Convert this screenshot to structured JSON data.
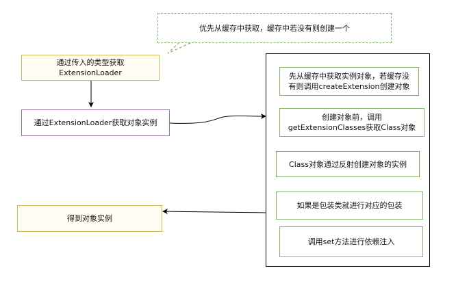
{
  "callout": {
    "text": "优先从缓存中获取，缓存中若没有则创建一个"
  },
  "steps": {
    "get_loader": "通过传入的类型获取\nExtensionLoader",
    "get_instance": "通过ExtensionLoader获取对象实例",
    "result": "得到对象实例"
  },
  "details": [
    {
      "text": "先从缓存中获取实例对象，若缓存没\n有则调用createExtension创建对象"
    },
    {
      "text": "创建对象前，调用\ngetExtensionClasses获取Class对象"
    },
    {
      "text": "Class对象通过反射创建对象的实例"
    },
    {
      "text": "如果是包装类就进行对应的包装"
    },
    {
      "text": "调用set方法进行依赖注入"
    }
  ],
  "colors": {
    "yellow_border": "#d6b656",
    "purple_border": "#9673a6",
    "green_border": "#82b366",
    "line": "#000000"
  }
}
